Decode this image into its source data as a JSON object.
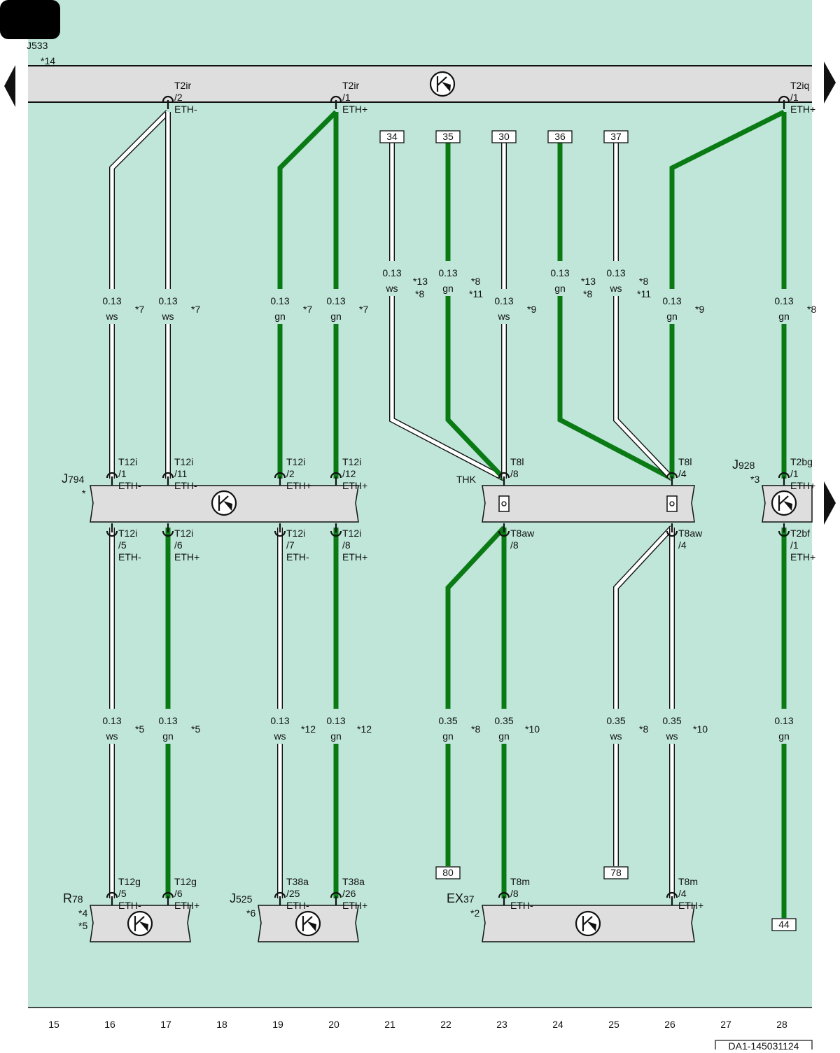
{
  "colors": {
    "background": "#bfe6d9",
    "wire_gn": "#0a7a14",
    "wire_ws": "#ffffff",
    "module_fill": "#dedede",
    "badge": "#000000"
  },
  "icons": {
    "ecu_symbol": "ecu-icon",
    "thk_terminal": "plug-terminal-icon",
    "page_left_arrow": "arrow-left-icon",
    "page_right_arrow": "arrow-right-icon"
  },
  "doc_id": "DA1-145031124",
  "columns": [
    "15",
    "16",
    "17",
    "18",
    "19",
    "20",
    "21",
    "22",
    "23",
    "24",
    "25",
    "26",
    "27",
    "28"
  ],
  "components": {
    "j533": {
      "name": "J533",
      "note": "*14"
    },
    "j794": {
      "name_main": "J",
      "name_sub": "794",
      "note": "*"
    },
    "thk": {
      "name": "THK"
    },
    "j928": {
      "name_main": "J",
      "name_sub": "928",
      "note": "*3"
    },
    "r78": {
      "name_main": "R",
      "name_sub": "78",
      "note1": "*4",
      "note2": "*5"
    },
    "j525": {
      "name_main": "J",
      "name_sub": "525",
      "note": "*6"
    },
    "ex37": {
      "name_main": "EX",
      "name_sub": "37",
      "note": "*2"
    }
  },
  "pins": [
    [
      "T2ir",
      "/2",
      "ETH-"
    ],
    [
      "T2ir",
      "/1",
      "ETH+"
    ],
    [
      "T2iq",
      "/1",
      "ETH+"
    ],
    [
      "T12i",
      "/1",
      "ETH-"
    ],
    [
      "T12i",
      "/11",
      "ETH-"
    ],
    [
      "T12i",
      "/2",
      "ETH+"
    ],
    [
      "T12i",
      "/12",
      "ETH+"
    ],
    [
      "T8l",
      "/8",
      ""
    ],
    [
      "T8l",
      "/4",
      ""
    ],
    [
      "T2bg",
      "/1",
      "ETH+"
    ],
    [
      "T12i",
      "/5",
      "ETH-"
    ],
    [
      "T12i",
      "/6",
      "ETH+"
    ],
    [
      "T12i",
      "/7",
      "ETH-"
    ],
    [
      "T12i",
      "/8",
      "ETH+"
    ],
    [
      "T8aw",
      "/8",
      ""
    ],
    [
      "T8aw",
      "/4",
      ""
    ],
    [
      "T2bf",
      "/1",
      "ETH+"
    ],
    [
      "T12g",
      "/5",
      "ETH-"
    ],
    [
      "T12g",
      "/6",
      "ETH+"
    ],
    [
      "T38a",
      "/25",
      "ETH-"
    ],
    [
      "T38a",
      "/26",
      "ETH+"
    ],
    [
      "T8m",
      "/8",
      "ETH-"
    ],
    [
      "T8m",
      "/4",
      "ETH+"
    ]
  ],
  "refs": [
    "34",
    "35",
    "30",
    "36",
    "37",
    "80",
    "78",
    "44"
  ],
  "wires": [
    [
      "0.13",
      "ws",
      "*7"
    ],
    [
      "0.13",
      "ws",
      "*7"
    ],
    [
      "0.13",
      "gn",
      "*7"
    ],
    [
      "0.13",
      "gn",
      "*7"
    ],
    [
      "0.13",
      "ws",
      "*13",
      "*8"
    ],
    [
      "0.13",
      "gn",
      "*8",
      "*11"
    ],
    [
      "0.13",
      "ws",
      "*9"
    ],
    [
      "0.13",
      "gn",
      "*13",
      "*8"
    ],
    [
      "0.13",
      "ws",
      "*8",
      "*11"
    ],
    [
      "0.13",
      "gn",
      "*9"
    ],
    [
      "0.13",
      "gn",
      "*8"
    ],
    [
      "0.13",
      "ws",
      "*5"
    ],
    [
      "0.13",
      "gn",
      "*5"
    ],
    [
      "0.13",
      "ws",
      "*12"
    ],
    [
      "0.13",
      "gn",
      "*12"
    ],
    [
      "0.35",
      "gn",
      "*8"
    ],
    [
      "0.35",
      "gn",
      "*10"
    ],
    [
      "0.35",
      "ws",
      "*8"
    ],
    [
      "0.35",
      "ws",
      "*10"
    ],
    [
      "0.13",
      "gn",
      ""
    ]
  ]
}
